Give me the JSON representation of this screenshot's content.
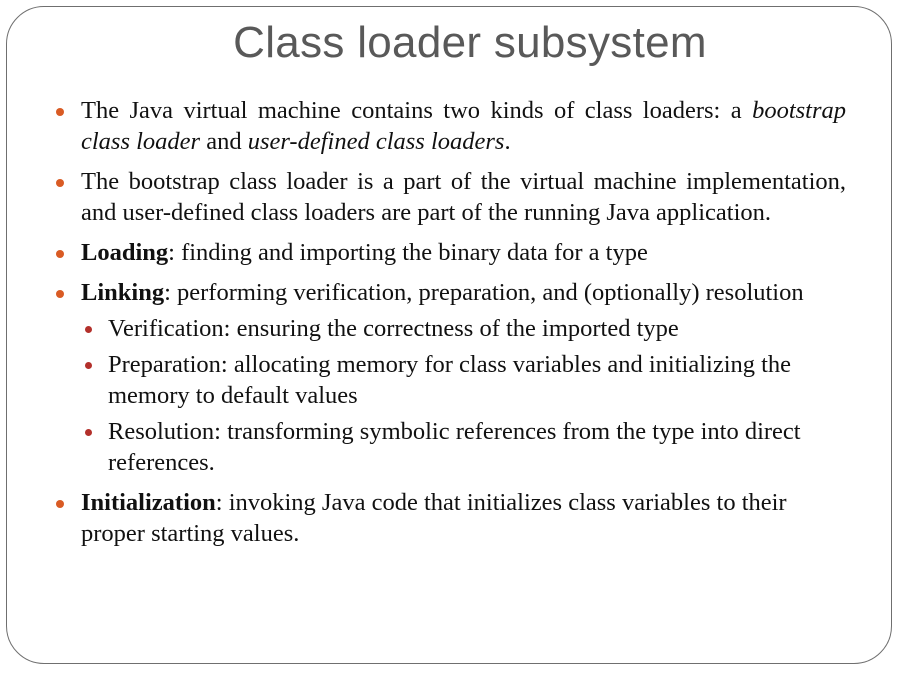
{
  "slide": {
    "title": "Class loader subsystem",
    "colors": {
      "bullet": "#d95b24",
      "sub_bullet": "#b3302b",
      "title": "#595959",
      "border": "#6f6f6f"
    },
    "bullets": [
      {
        "t1": "The Java virtual machine contains two kinds of class loaders: a ",
        "i1": "bootstrap class loader",
        "t2": " and ",
        "i2": "user-defined class loaders",
        "t3": "."
      },
      {
        "text": "The bootstrap class loader is a part of the virtual machine implementation, and user-defined class loaders are part of the running Java application."
      },
      {
        "bold": "Loading",
        "text": ": finding and importing the binary data for a type"
      },
      {
        "bold": "Linking",
        "text": ": performing verification, preparation, and (optionally) resolution"
      },
      {
        "bold": "Initialization",
        "text": ": invoking Java code that initializes class variables to their proper starting values."
      }
    ],
    "sub_bullets": [
      "Verification: ensuring the correctness of the imported type",
      "Preparation: allocating memory for class variables and initializing the memory to default values",
      "Resolution: transforming symbolic references from the type into direct references."
    ]
  }
}
